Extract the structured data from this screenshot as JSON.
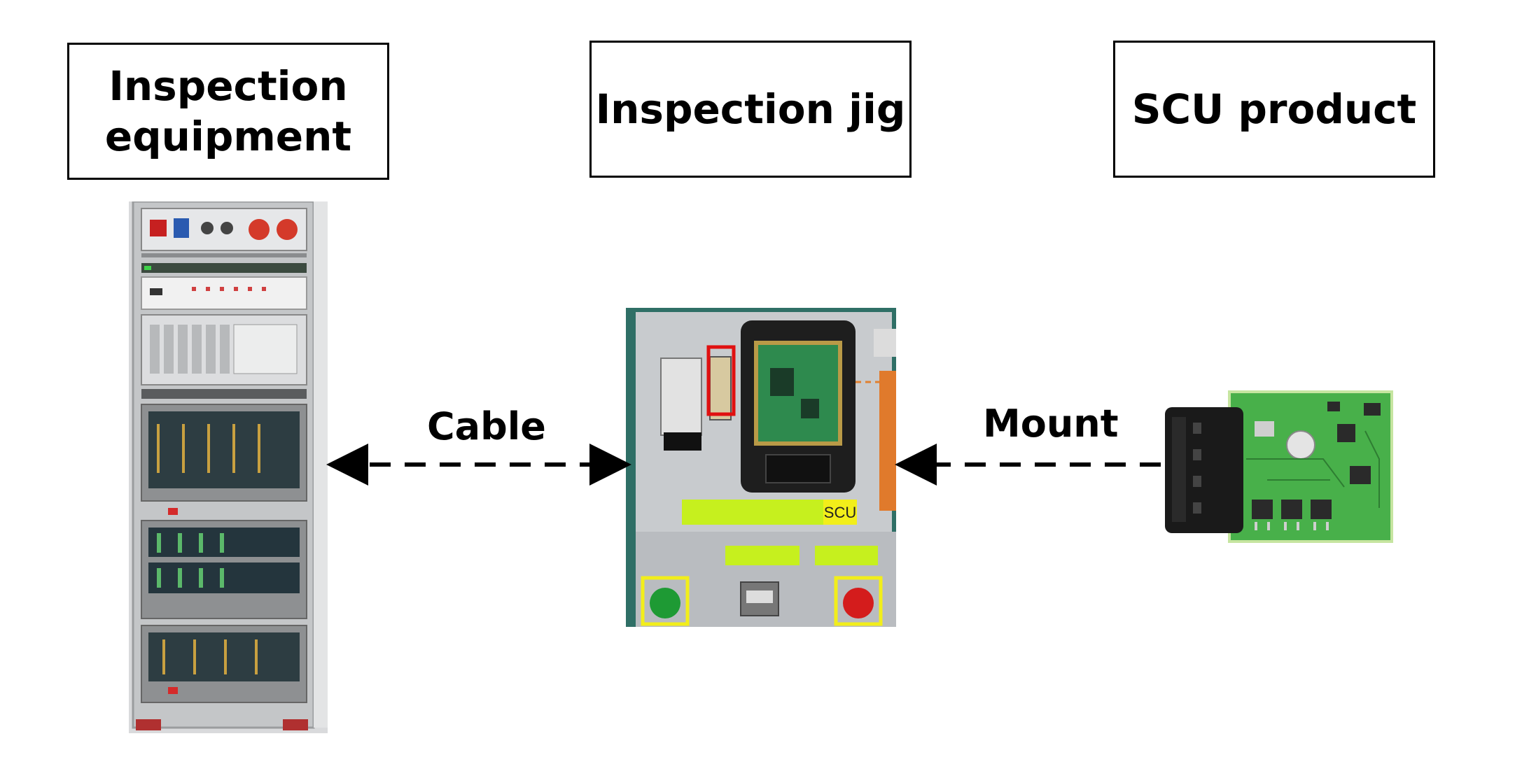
{
  "nodes": {
    "equipment": {
      "title": "Inspection equipment"
    },
    "jig": {
      "title": "Inspection jig",
      "sticker_text": "SCU"
    },
    "product": {
      "title": "SCU product"
    }
  },
  "edges": {
    "cable": {
      "label": "Cable"
    },
    "mount": {
      "label": "Mount"
    }
  },
  "colors": {
    "line": "#000000",
    "highlight_red": "#e01010",
    "highlight_yellow": "#f2ee1a",
    "sticker_green": "#c6f01e",
    "pcb_green": "#3aa33a",
    "rack_gray": "#c9cbcd"
  }
}
